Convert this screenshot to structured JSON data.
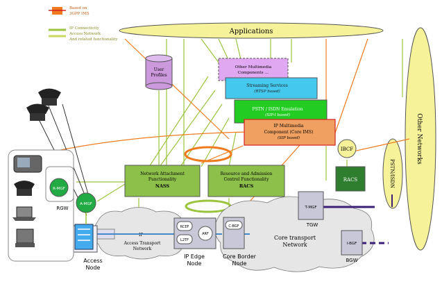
{
  "legend": {
    "orange_line": "Based on",
    "orange_line_2": "3GPP IMS",
    "green_line": "IP Connectivity",
    "green_line_2": "Access Network",
    "green_line_3": "And related functionality"
  },
  "applications": "Applications",
  "other_networks": "Other Networks",
  "pstn_isdn": "PSTN/ISDN",
  "user_profiles": [
    "User",
    "Profiles"
  ],
  "components": {
    "other_multimedia": [
      "Other Multimedia",
      "Components …"
    ],
    "streaming": [
      "Streaming Services",
      "(RTSP based)"
    ],
    "pstn_emulation": [
      "PSTN / ISDN Emulation",
      "(SIP-I based)"
    ],
    "ip_multimedia": [
      "IP Multimedia",
      "Component (Core IMS)",
      "(SIP based)"
    ]
  },
  "ibcf": "IBCF",
  "nass": [
    "Network Attachment",
    "Functionality",
    "NASS"
  ],
  "racs_main": [
    "Resource and Admission",
    "Control Functionality",
    "RACS"
  ],
  "racs_small": "RACS",
  "rgw": "RGW",
  "r_mgf": "R-MGF",
  "a_mgf": "A-MGF",
  "t_mgf": "T-MGF",
  "tgw": "TGW",
  "i_bgf": "I-BGF",
  "bgw": "BGW",
  "rcef": "RCEF",
  "l2tf": "L2TF",
  "arf": "ARF",
  "c_bgf": "C-BGF",
  "ip_label": "IP",
  "access_transport": [
    "Access Transport",
    "Network"
  ],
  "core_transport": [
    "Core transport",
    "Network"
  ],
  "access_node": [
    "Access",
    "Node"
  ],
  "ip_edge_node": [
    "IP Edge",
    "Node"
  ],
  "core_border_node": [
    "Core Border",
    "Node"
  ],
  "colors": {
    "orange": "#f07a1e",
    "green": "#9ac43c",
    "ellipse_fill": "#f6f29a",
    "box_green": "#8dc04a",
    "box_dark_green": "#2f7d2f",
    "purple": "#cc99dd",
    "cyan": "#44c8ee",
    "bright_green": "#22cc22",
    "ims_orange": "#f0a060"
  }
}
